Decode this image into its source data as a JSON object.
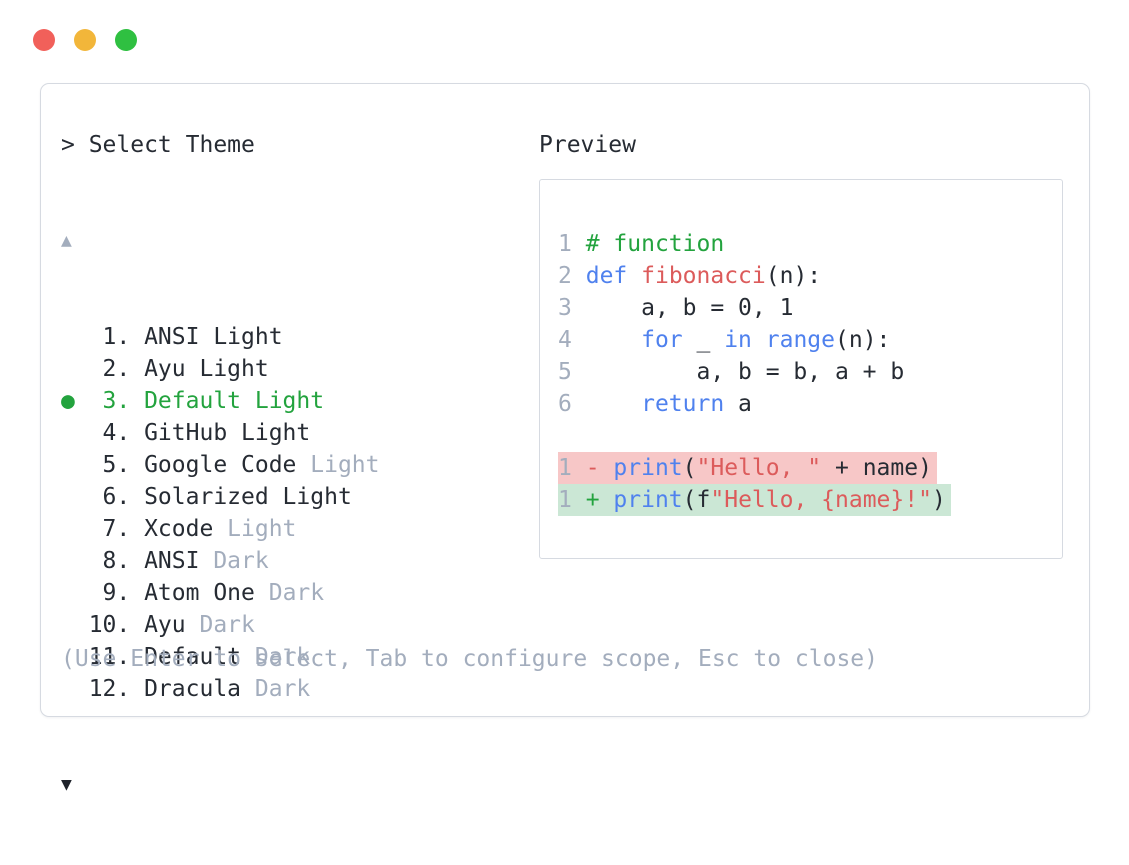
{
  "window": {
    "traffic_lights": [
      {
        "name": "close",
        "color": "#f1605a"
      },
      {
        "name": "minimize",
        "color": "#f2b63a"
      },
      {
        "name": "zoom",
        "color": "#2fc041"
      }
    ]
  },
  "theme_selector": {
    "prompt": "> Select Theme",
    "scroll_up_icon": "▲",
    "scroll_down_icon": "▼",
    "selected_indicator": "●",
    "items": [
      {
        "num": "1",
        "label": "ANSI Light",
        "muted": "",
        "selected": false
      },
      {
        "num": "2",
        "label": "Ayu Light",
        "muted": "",
        "selected": false
      },
      {
        "num": "3",
        "label": "Default Light",
        "muted": "",
        "selected": true
      },
      {
        "num": "4",
        "label": "GitHub Light",
        "muted": "",
        "selected": false
      },
      {
        "num": "5",
        "label": "Google Code",
        "muted": "Light",
        "selected": false
      },
      {
        "num": "6",
        "label": "Solarized Light",
        "muted": "",
        "selected": false
      },
      {
        "num": "7",
        "label": "Xcode",
        "muted": "Light",
        "selected": false
      },
      {
        "num": "8",
        "label": "ANSI",
        "muted": "Dark",
        "selected": false
      },
      {
        "num": "9",
        "label": "Atom One",
        "muted": "Dark",
        "selected": false
      },
      {
        "num": "10",
        "label": "Ayu",
        "muted": "Dark",
        "selected": false
      },
      {
        "num": "11",
        "label": "Default",
        "muted": "Dark",
        "selected": false
      },
      {
        "num": "12",
        "label": "Dracula",
        "muted": "Dark",
        "selected": false
      }
    ],
    "hint": "(Use Enter to select, Tab to configure scope, Esc to close)"
  },
  "preview": {
    "title": "Preview",
    "lines": [
      {
        "num": "1",
        "tokens": [
          [
            "# function",
            "green"
          ]
        ]
      },
      {
        "num": "2",
        "tokens": [
          [
            "def",
            "blue"
          ],
          [
            " ",
            "dark"
          ],
          [
            "fibonacci",
            "red"
          ],
          [
            "(n):",
            "dark"
          ]
        ]
      },
      {
        "num": "3",
        "tokens": [
          [
            "    a, b = 0, 1",
            "dark"
          ]
        ]
      },
      {
        "num": "4",
        "tokens": [
          [
            "    ",
            "dark"
          ],
          [
            "for",
            "blue"
          ],
          [
            " _ ",
            "dark"
          ],
          [
            "in",
            "blue"
          ],
          [
            " ",
            "dark"
          ],
          [
            "range",
            "blue"
          ],
          [
            "(n):",
            "dark"
          ]
        ]
      },
      {
        "num": "5",
        "tokens": [
          [
            "        a, b = b, a + b",
            "dark"
          ]
        ]
      },
      {
        "num": "6",
        "tokens": [
          [
            "    ",
            "dark"
          ],
          [
            "return",
            "blue"
          ],
          [
            " a",
            "dark"
          ]
        ]
      },
      {
        "num": "",
        "tokens": []
      },
      {
        "num": "1",
        "bg": "removed",
        "tokens": [
          [
            "- ",
            "red"
          ],
          [
            "print",
            "blue"
          ],
          [
            "(",
            "dark"
          ],
          [
            "\"Hello, \"",
            "red"
          ],
          [
            " + name)",
            "dark"
          ]
        ]
      },
      {
        "num": "1",
        "bg": "added",
        "tokens": [
          [
            "+ ",
            "green"
          ],
          [
            "print",
            "blue"
          ],
          [
            "(f",
            "dark"
          ],
          [
            "\"Hello, {name}!\"",
            "red"
          ],
          [
            ")",
            "dark"
          ]
        ]
      }
    ]
  },
  "colors": {
    "text": "#262b33",
    "muted": "#a3adbd",
    "green": "#23a33e",
    "blue": "#4f81ee",
    "red": "#dc5b5b",
    "diff_removed_bg": "#f7c7c7",
    "diff_added_bg": "#cbe7d5",
    "border": "#d6dae1"
  }
}
